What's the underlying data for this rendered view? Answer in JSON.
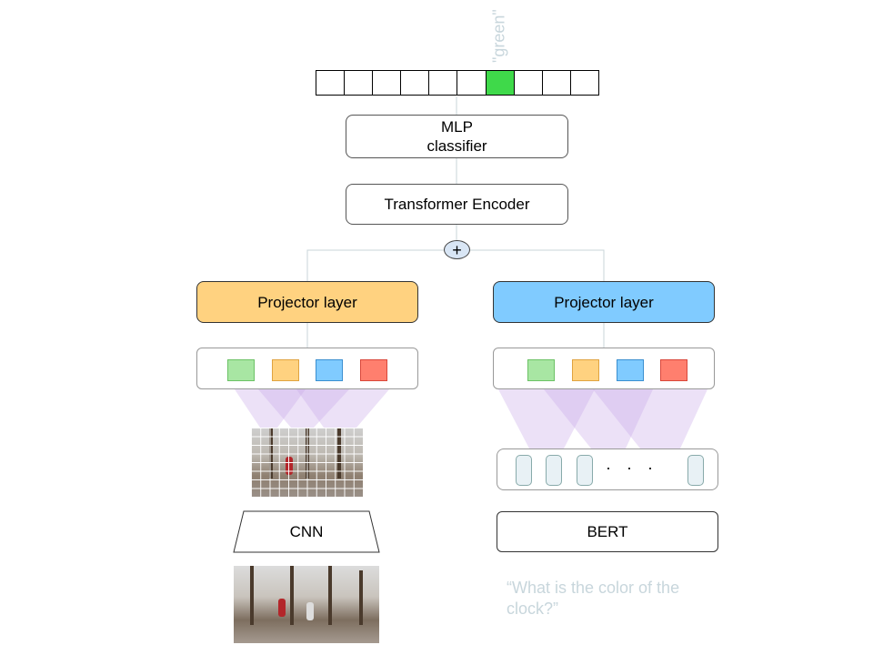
{
  "output": {
    "label": "\"green\"",
    "cells": 10,
    "active_index": 6,
    "active_color": "#3fd94a"
  },
  "mlp": {
    "line1": "MLP",
    "line2": "classifier"
  },
  "transformer": {
    "label": "Transformer Encoder"
  },
  "fusion": {
    "symbol": "+"
  },
  "projector_left": {
    "label": "Projector layer",
    "color": "#ffd280"
  },
  "projector_right": {
    "label": "Projector layer",
    "color": "#80cbff"
  },
  "token_colors": [
    "#a8e6a3",
    "#ffd280",
    "#80cbff",
    "#ff7f6e"
  ],
  "bert_embed": {
    "dots": "· · ·"
  },
  "cnn": {
    "label": "CNN"
  },
  "bert": {
    "label": "BERT"
  },
  "question": {
    "text": "“What is the color of the clock?”"
  }
}
